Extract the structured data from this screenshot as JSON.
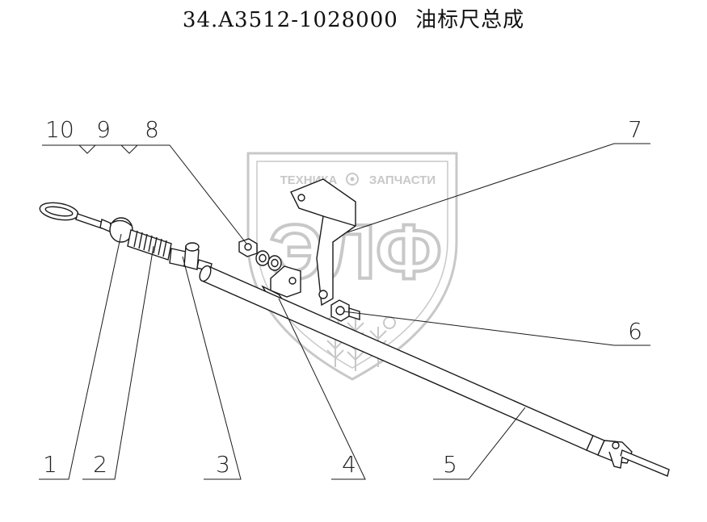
{
  "title": {
    "code": "34.A3512-1028000",
    "name": "油标尺总成"
  },
  "watermark": {
    "top_left": "ТЕХНИКА",
    "top_right": "ЗАПЧАСТИ",
    "big": "ЭЛФ",
    "color": "#c9c9c9"
  },
  "callouts": {
    "c1": "1",
    "c2": "2",
    "c3": "3",
    "c4": "4",
    "c5": "5",
    "c6": "6",
    "c7": "7",
    "c8": "8",
    "c9": "9",
    "c10": "10"
  },
  "colors": {
    "line": "#1a1a1a",
    "watermark": "#cfcfcf"
  }
}
